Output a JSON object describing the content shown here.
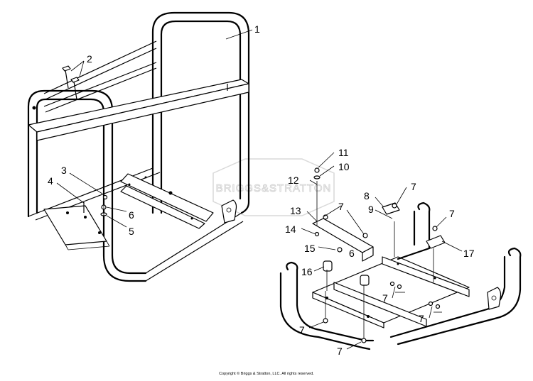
{
  "diagram": {
    "callouts": {
      "c1": "1",
      "c2": "2",
      "c3": "3",
      "c4": "4",
      "c5": "5",
      "c6a": "6",
      "c6b": "6",
      "c7a": "7",
      "c7b": "7",
      "c7c": "7",
      "c7d": "7",
      "c7e": "7",
      "c7f": "7",
      "c7g": "7",
      "c8": "8",
      "c9": "9",
      "c10": "10",
      "c11": "11",
      "c12": "12",
      "c13": "13",
      "c14": "14",
      "c15": "15",
      "c16": "16",
      "c17": "17"
    },
    "watermark": "BRIGGS&STRATTON",
    "copyright": "Copyright © Briggs & Stratton, LLC. All rights reserved."
  }
}
